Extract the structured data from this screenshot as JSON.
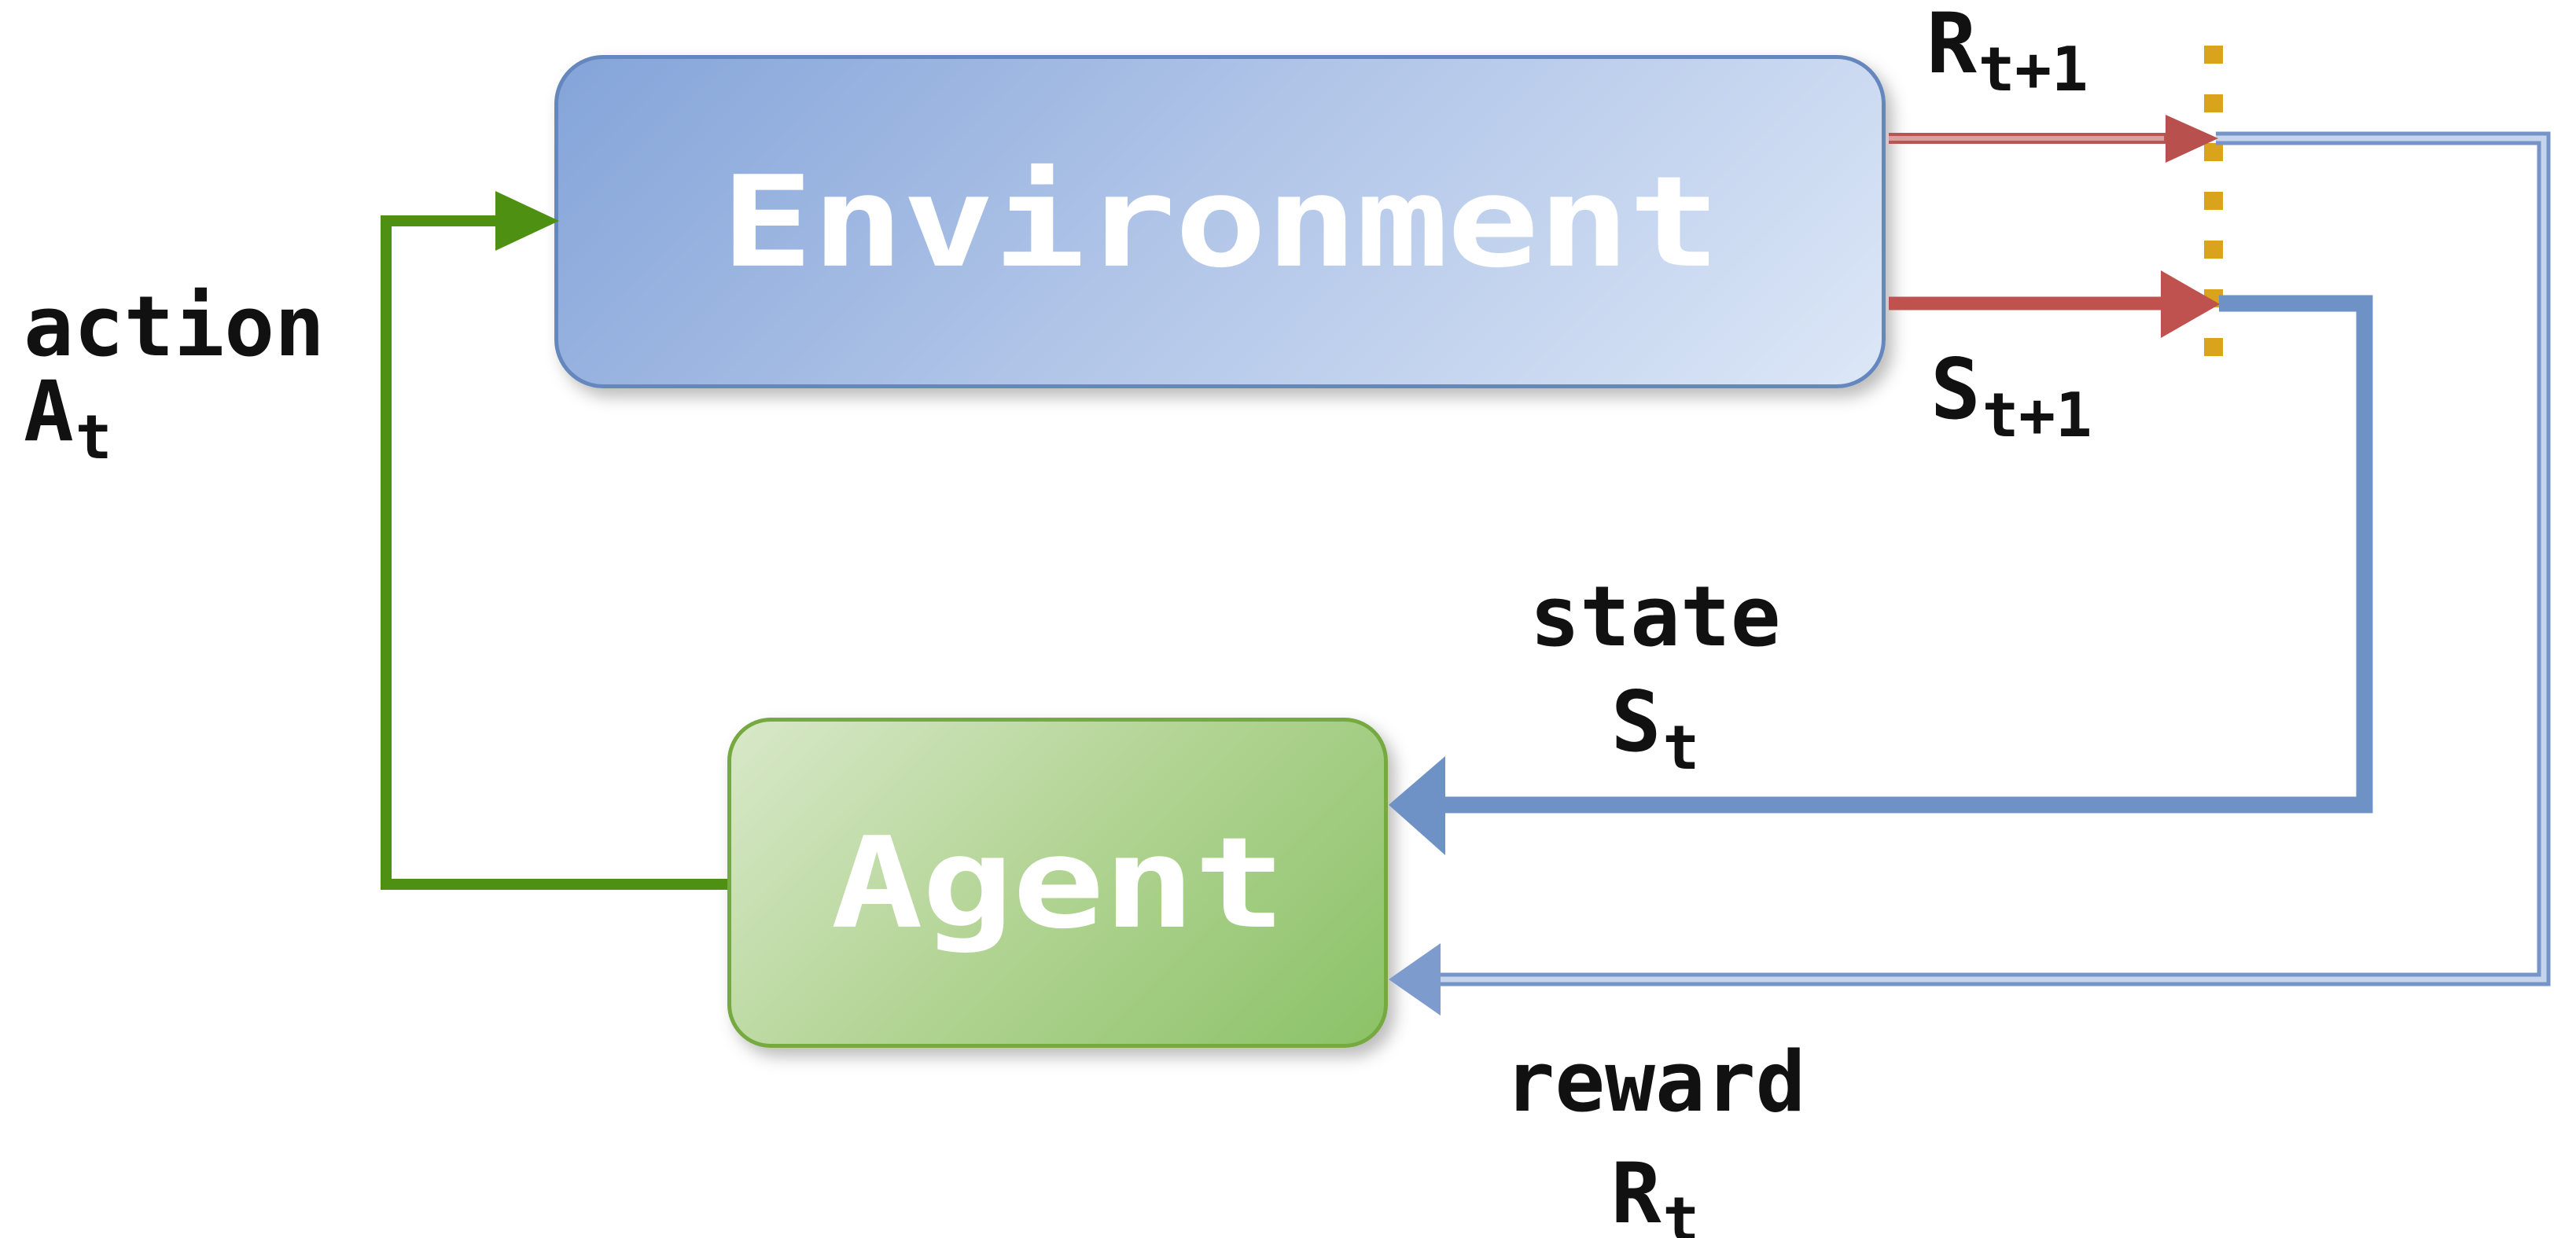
{
  "diagram": {
    "environment": {
      "title": "Environment"
    },
    "agent": {
      "title": "Agent"
    },
    "labels": {
      "action": {
        "word": "action",
        "sym": "A",
        "sub": "t"
      },
      "state": {
        "word": "state",
        "sym": "S",
        "sub": "t"
      },
      "reward": {
        "word": "reward",
        "sym": "R",
        "sub": "t"
      },
      "reward_next": {
        "sym": "R",
        "sub": "t+1"
      },
      "state_next": {
        "sym": "S",
        "sub": "t+1"
      }
    },
    "colors": {
      "environment_fill_dark": "#84a4d9",
      "environment_fill_light": "#dce7f7",
      "environment_border": "#6687bd",
      "agent_fill_light": "#d8e8c9",
      "agent_fill_dark": "#8bc267",
      "agent_border": "#76a93f",
      "action_arrow_green": "#4e9112",
      "next_arrow_red": "#bf514e",
      "next_arrow_red_light": "#daa09d",
      "state_arrow_blue": "#6e92c5",
      "reward_arrow_blue": "#7595c8",
      "reward_arrow_blue_light": "#c6d4ec",
      "time_boundary_gold": "#d9a41b",
      "box_text": "#ffffff",
      "label_text": "#111111"
    }
  }
}
